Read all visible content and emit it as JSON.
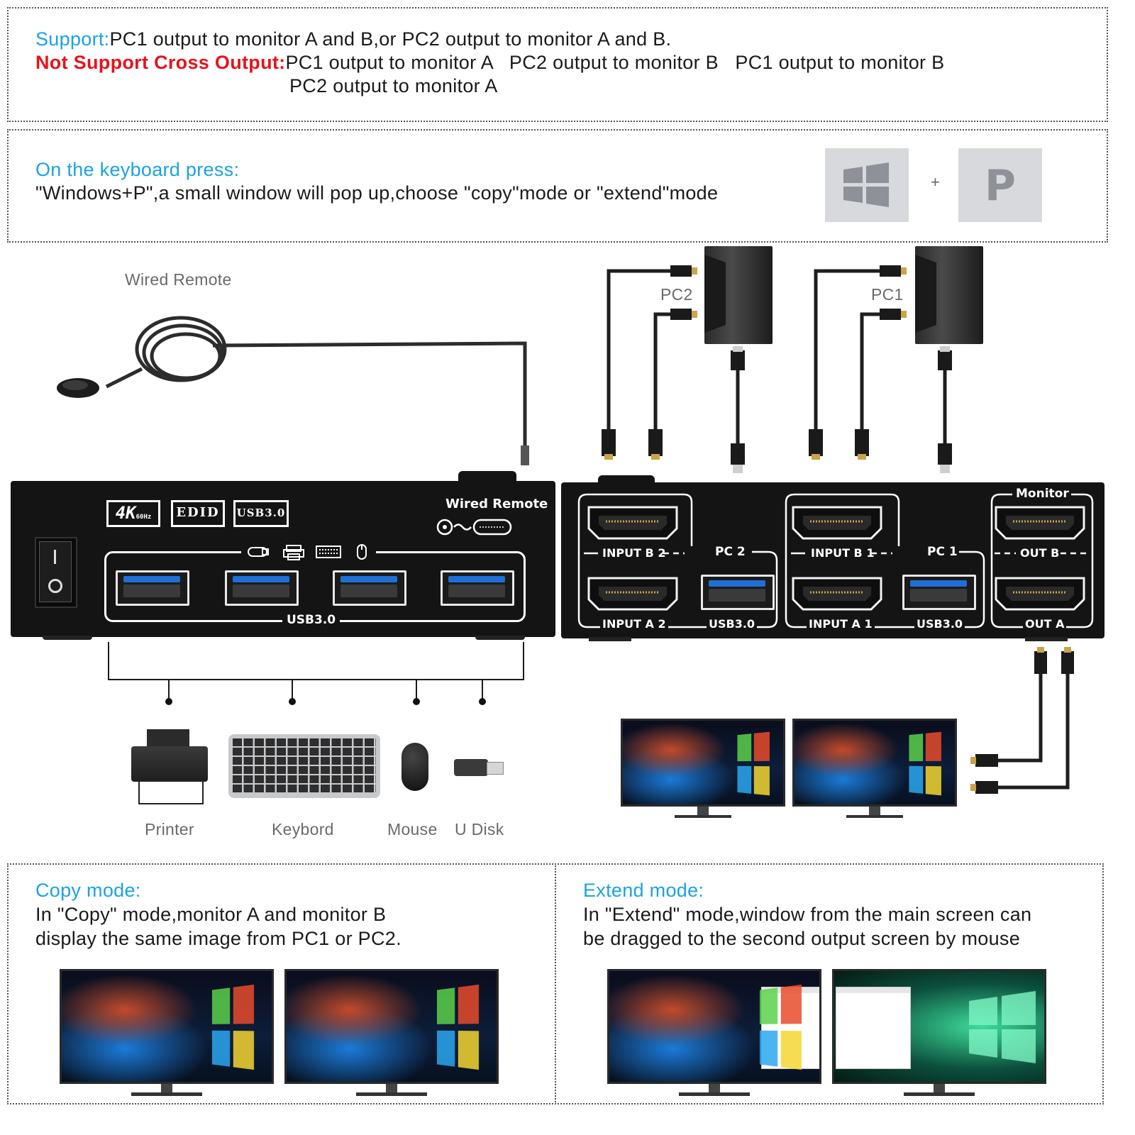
{
  "support": {
    "label": "Support:",
    "text": "PC1 output to monitor A and B,or PC2 output to monitor A and B.",
    "not_label": "Not Support Cross Output:",
    "not_line1": "PC1 output to monitor A   PC2 output to monitor B   PC1 output to monitor B",
    "not_line2": "PC2 output to monitor A"
  },
  "keyboard": {
    "heading": "On the keyboard press:",
    "text": "\"Windows+P\",a small window will pop up,choose \"copy\"mode or \"extend\"mode",
    "plus": "+",
    "p_key": "P",
    "win_key_icon": "windows-logo-icon"
  },
  "remote": {
    "caption": "Wired Remote"
  },
  "device_left": {
    "badge_4k": "4K",
    "badge_4k_sub": "60Hz",
    "badge_edid": "EDID",
    "badge_usb": "USB3.0",
    "remote_label": "Wired Remote",
    "usb_label": "USB3.0"
  },
  "device_right": {
    "input_b2": "INPUT B 2",
    "pc2": "PC 2",
    "input_a2": "INPUT A 2",
    "usb_a": "USB3.0",
    "input_b1": "INPUT B 1",
    "pc1": "PC 1",
    "input_a1": "INPUT A 1",
    "usb_b": "USB3.0",
    "monitor": "Monitor",
    "out_b": "OUT B",
    "out_a": "OUT A"
  },
  "pcs": {
    "pc2": "PC2",
    "pc1": "PC1"
  },
  "peripherals": {
    "printer": "Printer",
    "keyboard": "Keybord",
    "mouse": "Mouse",
    "udisk": "U Disk"
  },
  "copy_mode": {
    "heading": "Copy mode:",
    "line1": "In \"Copy\" mode,monitor A and monitor B",
    "line2": "display the same image from PC1 or PC2."
  },
  "extend_mode": {
    "heading": "Extend mode:",
    "line1": "In \"Extend\" mode,window from the main screen can",
    "line2": "be dragged to the second output screen by mouse"
  },
  "colors": {
    "accent": "#1aa3df",
    "warning": "#e8131b",
    "device": "#141414"
  }
}
